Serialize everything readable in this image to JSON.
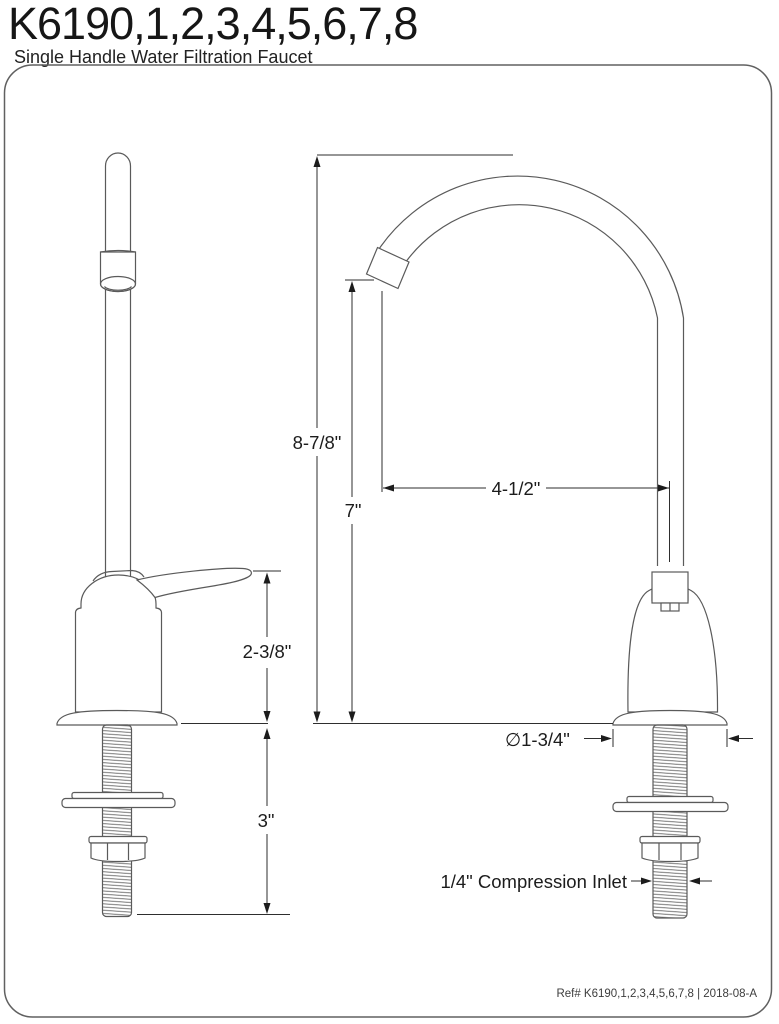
{
  "header": {
    "title": "K6190,1,2,3,4,5,6,7,8",
    "subtitle": "Single Handle Water Filtration Faucet"
  },
  "diagram": {
    "dimensions": {
      "handle_height": "2-3/8\"",
      "shank_length": "3\"",
      "overall_height": "8-7/8\"",
      "spout_outlet_height": "7\"",
      "spout_reach": "4-1/2\"",
      "base_diameter": "∅1-3/4\"",
      "inlet_label": "1/4\" Compression Inlet"
    }
  },
  "footer": {
    "ref": "Ref# K6190,1,2,3,4,5,6,7,8 | 2018-08-A"
  }
}
